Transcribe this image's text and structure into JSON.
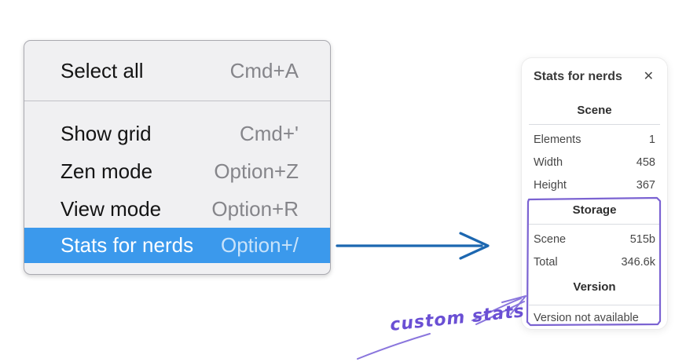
{
  "menu": {
    "items": [
      {
        "label": "Select all",
        "shortcut": "Cmd+A",
        "highlighted": false
      },
      {
        "label": "Show grid",
        "shortcut": "Cmd+'",
        "highlighted": false
      },
      {
        "label": "Zen mode",
        "shortcut": "Option+Z",
        "highlighted": false
      },
      {
        "label": "View mode",
        "shortcut": "Option+R",
        "highlighted": false
      },
      {
        "label": "Stats for nerds",
        "shortcut": "Option+/",
        "highlighted": true
      }
    ]
  },
  "stats_panel": {
    "title": "Stats for nerds",
    "close_icon": "✕",
    "sections": [
      {
        "heading": "Scene",
        "rows": [
          {
            "label": "Elements",
            "value": "1"
          },
          {
            "label": "Width",
            "value": "458"
          },
          {
            "label": "Height",
            "value": "367"
          }
        ]
      },
      {
        "heading": "Storage",
        "rows": [
          {
            "label": "Scene",
            "value": "515b"
          },
          {
            "label": "Total",
            "value": "346.6k"
          }
        ]
      },
      {
        "heading": "Version",
        "note": "Version not available"
      }
    ]
  },
  "annotations": {
    "custom_stats_label": "custom stats"
  },
  "colors": {
    "highlight": "#3b99ec",
    "arrow-blue": "#1c67b0",
    "box-purple": "#7b63d2",
    "arrow-purple": "#8a76dd",
    "handwriting": "#6a4fd4"
  }
}
